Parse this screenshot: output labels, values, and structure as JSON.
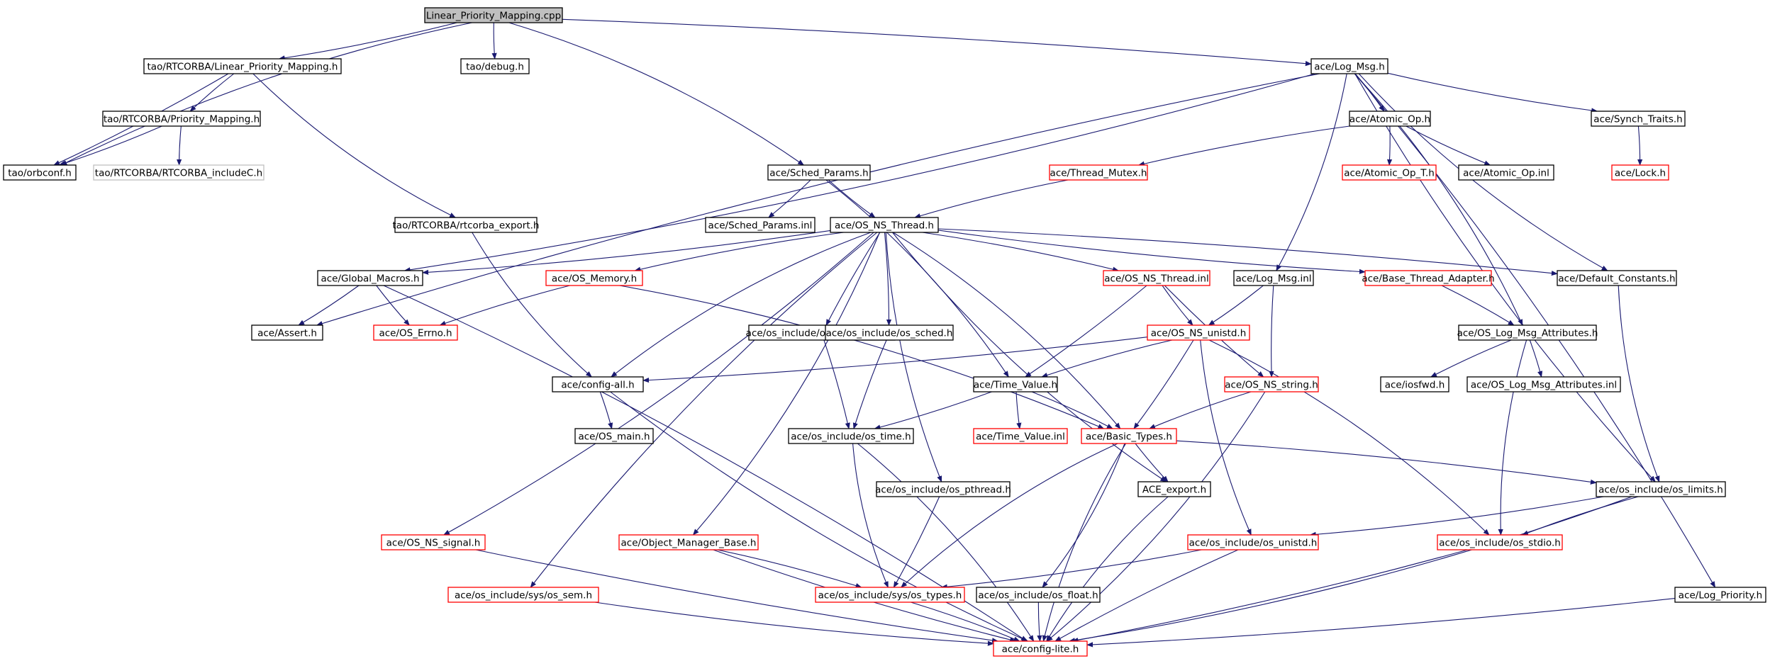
{
  "graph": {
    "nodes": [
      {
        "id": "root",
        "label": "Linear_Priority_Mapping.cpp",
        "style": "root"
      },
      {
        "id": "lpm_h",
        "label": "tao/RTCORBA/Linear_Priority_Mapping.h",
        "style": "normal"
      },
      {
        "id": "debug",
        "label": "tao/debug.h",
        "style": "normal"
      },
      {
        "id": "logmsg",
        "label": "ace/Log_Msg.h",
        "style": "normal"
      },
      {
        "id": "pm_h",
        "label": "tao/RTCORBA/Priority_Mapping.h",
        "style": "normal"
      },
      {
        "id": "orbconf",
        "label": "tao/orbconf.h",
        "style": "normal"
      },
      {
        "id": "includec",
        "label": "tao/RTCORBA/RTCORBA_includeC.h",
        "style": "grey"
      },
      {
        "id": "atomic_op",
        "label": "ace/Atomic_Op.h",
        "style": "normal"
      },
      {
        "id": "synch_traits",
        "label": "ace/Synch_Traits.h",
        "style": "normal"
      },
      {
        "id": "sched_params",
        "label": "ace/Sched_Params.h",
        "style": "normal"
      },
      {
        "id": "thread_mutex",
        "label": "ace/Thread_Mutex.h",
        "style": "red"
      },
      {
        "id": "atomic_op_t",
        "label": "ace/Atomic_Op_T.h",
        "style": "red"
      },
      {
        "id": "atomic_op_inl",
        "label": "ace/Atomic_Op.inl",
        "style": "normal"
      },
      {
        "id": "lock",
        "label": "ace/Lock.h",
        "style": "red"
      },
      {
        "id": "rtcorba_export",
        "label": "tao/RTCORBA/rtcorba_export.h",
        "style": "normal"
      },
      {
        "id": "sched_params_inl",
        "label": "ace/Sched_Params.inl",
        "style": "normal"
      },
      {
        "id": "os_ns_thread",
        "label": "ace/OS_NS_Thread.h",
        "style": "normal"
      },
      {
        "id": "global_macros",
        "label": "ace/Global_Macros.h",
        "style": "normal"
      },
      {
        "id": "os_memory",
        "label": "ace/OS_Memory.h",
        "style": "red"
      },
      {
        "id": "os_ns_thread_inl",
        "label": "ace/OS_NS_Thread.inl",
        "style": "red"
      },
      {
        "id": "log_msg_inl",
        "label": "ace/Log_Msg.inl",
        "style": "normal"
      },
      {
        "id": "base_thread_adapter",
        "label": "ace/Base_Thread_Adapter.h",
        "style": "red"
      },
      {
        "id": "default_constants",
        "label": "ace/Default_Constants.h",
        "style": "normal"
      },
      {
        "id": "assert",
        "label": "ace/Assert.h",
        "style": "normal"
      },
      {
        "id": "os_errno",
        "label": "ace/OS_Errno.h",
        "style": "red"
      },
      {
        "id": "os_semaphore",
        "label": "ace/os_include/os_semaphore.h",
        "style": "normal"
      },
      {
        "id": "os_sched",
        "label": "ace/os_include/os_sched.h",
        "style": "normal"
      },
      {
        "id": "os_ns_unistd",
        "label": "ace/OS_NS_unistd.h",
        "style": "red"
      },
      {
        "id": "os_log_msg_attr",
        "label": "ace/OS_Log_Msg_Attributes.h",
        "style": "normal"
      },
      {
        "id": "config_all",
        "label": "ace/config-all.h",
        "style": "normal"
      },
      {
        "id": "time_value",
        "label": "ace/Time_Value.h",
        "style": "normal"
      },
      {
        "id": "os_ns_string",
        "label": "ace/OS_NS_string.h",
        "style": "red"
      },
      {
        "id": "iosfwd",
        "label": "ace/iosfwd.h",
        "style": "normal"
      },
      {
        "id": "os_log_msg_attr_inl",
        "label": "ace/OS_Log_Msg_Attributes.inl",
        "style": "normal"
      },
      {
        "id": "os_main",
        "label": "ace/OS_main.h",
        "style": "normal"
      },
      {
        "id": "os_time",
        "label": "ace/os_include/os_time.h",
        "style": "normal"
      },
      {
        "id": "time_value_inl",
        "label": "ace/Time_Value.inl",
        "style": "red"
      },
      {
        "id": "basic_types",
        "label": "ace/Basic_Types.h",
        "style": "red"
      },
      {
        "id": "os_pthread",
        "label": "ace/os_include/os_pthread.h",
        "style": "normal"
      },
      {
        "id": "ace_export",
        "label": "ACE_export.h",
        "style": "normal"
      },
      {
        "id": "os_limits",
        "label": "ace/os_include/os_limits.h",
        "style": "normal"
      },
      {
        "id": "os_ns_signal",
        "label": "ace/OS_NS_signal.h",
        "style": "red"
      },
      {
        "id": "object_manager_base",
        "label": "ace/Object_Manager_Base.h",
        "style": "red"
      },
      {
        "id": "os_unistd",
        "label": "ace/os_include/os_unistd.h",
        "style": "red"
      },
      {
        "id": "os_stdio",
        "label": "ace/os_include/os_stdio.h",
        "style": "red"
      },
      {
        "id": "os_sem",
        "label": "ace/os_include/sys/os_sem.h",
        "style": "red"
      },
      {
        "id": "os_types",
        "label": "ace/os_include/sys/os_types.h",
        "style": "red"
      },
      {
        "id": "os_float",
        "label": "ace/os_include/os_float.h",
        "style": "normal"
      },
      {
        "id": "log_priority",
        "label": "ace/Log_Priority.h",
        "style": "normal"
      },
      {
        "id": "config_lite",
        "label": "ace/config-lite.h",
        "style": "red"
      }
    ],
    "edges": [
      [
        "root",
        "lpm_h"
      ],
      [
        "root",
        "debug"
      ],
      [
        "root",
        "logmsg"
      ],
      [
        "root",
        "orbconf"
      ],
      [
        "root",
        "sched_params"
      ],
      [
        "lpm_h",
        "pm_h"
      ],
      [
        "lpm_h",
        "orbconf"
      ],
      [
        "lpm_h",
        "rtcorba_export"
      ],
      [
        "pm_h",
        "orbconf"
      ],
      [
        "pm_h",
        "includec"
      ],
      [
        "logmsg",
        "atomic_op"
      ],
      [
        "logmsg",
        "synch_traits"
      ],
      [
        "logmsg",
        "global_macros"
      ],
      [
        "logmsg",
        "assert"
      ],
      [
        "logmsg",
        "log_msg_inl"
      ],
      [
        "logmsg",
        "default_constants"
      ],
      [
        "logmsg",
        "os_log_msg_attr"
      ],
      [
        "logmsg",
        "os_limits"
      ],
      [
        "logmsg",
        "log_priority"
      ],
      [
        "atomic_op",
        "thread_mutex"
      ],
      [
        "atomic_op",
        "atomic_op_t"
      ],
      [
        "atomic_op",
        "atomic_op_inl"
      ],
      [
        "synch_traits",
        "lock"
      ],
      [
        "thread_mutex",
        "os_ns_thread"
      ],
      [
        "sched_params",
        "sched_params_inl"
      ],
      [
        "sched_params",
        "os_ns_thread"
      ],
      [
        "sched_params",
        "time_value"
      ],
      [
        "rtcorba_export",
        "config_all"
      ],
      [
        "os_ns_thread",
        "global_macros"
      ],
      [
        "os_ns_thread",
        "os_memory"
      ],
      [
        "os_ns_thread",
        "os_ns_thread_inl"
      ],
      [
        "os_ns_thread",
        "base_thread_adapter"
      ],
      [
        "os_ns_thread",
        "default_constants"
      ],
      [
        "os_ns_thread",
        "os_semaphore"
      ],
      [
        "os_ns_thread",
        "os_sched"
      ],
      [
        "os_ns_thread",
        "config_all"
      ],
      [
        "os_ns_thread",
        "os_ns_signal"
      ],
      [
        "os_ns_thread",
        "os_sem"
      ],
      [
        "os_ns_thread",
        "object_manager_base"
      ],
      [
        "os_ns_thread",
        "os_pthread"
      ],
      [
        "os_ns_thread",
        "basic_types"
      ],
      [
        "os_ns_thread",
        "ace_export"
      ],
      [
        "global_macros",
        "assert"
      ],
      [
        "global_macros",
        "os_errno"
      ],
      [
        "global_macros",
        "config_lite"
      ],
      [
        "os_memory",
        "os_errno"
      ],
      [
        "os_memory",
        "basic_types"
      ],
      [
        "os_ns_thread_inl",
        "os_ns_unistd"
      ],
      [
        "os_ns_thread_inl",
        "time_value"
      ],
      [
        "os_ns_thread_inl",
        "os_ns_string"
      ],
      [
        "log_msg_inl",
        "os_ns_unistd"
      ],
      [
        "log_msg_inl",
        "os_ns_string"
      ],
      [
        "base_thread_adapter",
        "os_log_msg_attr"
      ],
      [
        "default_constants",
        "os_limits"
      ],
      [
        "os_semaphore",
        "os_time"
      ],
      [
        "os_sched",
        "os_time"
      ],
      [
        "os_ns_unistd",
        "config_all"
      ],
      [
        "os_ns_unistd",
        "time_value"
      ],
      [
        "os_ns_unistd",
        "basic_types"
      ],
      [
        "os_ns_unistd",
        "os_unistd"
      ],
      [
        "os_ns_unistd",
        "os_stdio"
      ],
      [
        "os_log_msg_attr",
        "iosfwd"
      ],
      [
        "os_log_msg_attr",
        "os_log_msg_attr_inl"
      ],
      [
        "os_log_msg_attr",
        "os_stdio"
      ],
      [
        "config_all",
        "os_main"
      ],
      [
        "config_all",
        "config_lite"
      ],
      [
        "time_value",
        "os_time"
      ],
      [
        "time_value",
        "time_value_inl"
      ],
      [
        "time_value",
        "basic_types"
      ],
      [
        "os_ns_string",
        "basic_types"
      ],
      [
        "os_ns_string",
        "config_lite"
      ],
      [
        "os_time",
        "os_types"
      ],
      [
        "os_time",
        "config_lite"
      ],
      [
        "basic_types",
        "ace_export"
      ],
      [
        "basic_types",
        "os_limits"
      ],
      [
        "basic_types",
        "os_types"
      ],
      [
        "basic_types",
        "os_float"
      ],
      [
        "basic_types",
        "config_lite"
      ],
      [
        "os_pthread",
        "os_types"
      ],
      [
        "ace_export",
        "config_lite"
      ],
      [
        "os_limits",
        "os_unistd"
      ],
      [
        "os_limits",
        "os_stdio"
      ],
      [
        "os_limits",
        "config_lite"
      ],
      [
        "os_ns_signal",
        "config_lite"
      ],
      [
        "object_manager_base",
        "os_types"
      ],
      [
        "object_manager_base",
        "config_lite"
      ],
      [
        "os_unistd",
        "os_types"
      ],
      [
        "os_unistd",
        "config_lite"
      ],
      [
        "os_stdio",
        "config_lite"
      ],
      [
        "os_sem",
        "config_lite"
      ],
      [
        "os_types",
        "config_lite"
      ],
      [
        "os_float",
        "config_lite"
      ],
      [
        "log_priority",
        "config_lite"
      ]
    ]
  }
}
